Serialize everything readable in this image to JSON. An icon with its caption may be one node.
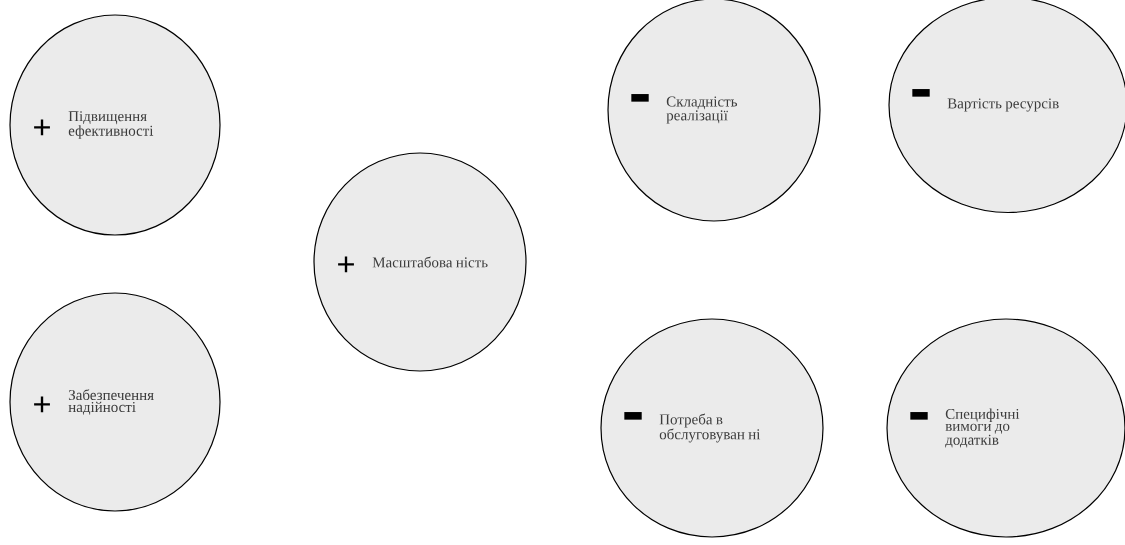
{
  "diagram": {
    "nodes": [
      {
        "text": [
          "+",
          "Підвищення ефективності"
        ]
      },
      {
        "text": [
          "+",
          "Забезпечення надійності"
        ]
      },
      {
        "text": [
          "+",
          "Масштабова ність"
        ]
      },
      {
        "text": [
          "−",
          "Складність реалізації"
        ]
      },
      {
        "text": [
          "−",
          "Вартість ресурсів"
        ]
      },
      {
        "text": [
          "−",
          "Потреба в обслуговуван ні"
        ]
      },
      {
        "text": [
          "−",
          "Специфічні вимоги до додатків"
        ]
      }
    ]
  }
}
